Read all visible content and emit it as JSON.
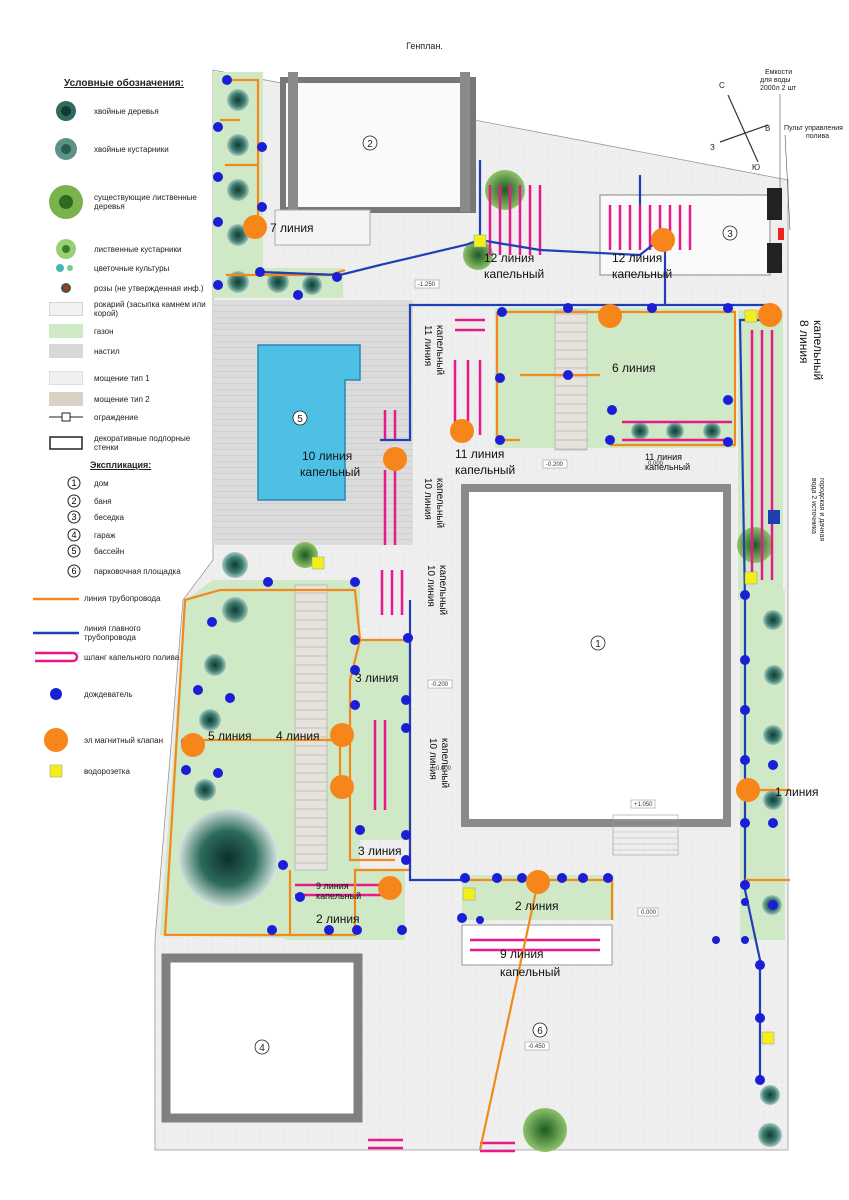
{
  "title": "Генплан.",
  "legend": {
    "header": "Условные обозначения:",
    "items": [
      {
        "key": "conifer_tree",
        "label": "хвойные деревья"
      },
      {
        "key": "conifer_shrub",
        "label": "хвойные кустарники"
      },
      {
        "key": "deciduous_tree",
        "label": "существующие лиственные деревья"
      },
      {
        "key": "deciduous_shrub",
        "label": "лиственные кустарники"
      },
      {
        "key": "flowers",
        "label": "цветочные культуры"
      },
      {
        "key": "roses",
        "label": "розы (не утвержденная инф.)"
      },
      {
        "key": "rockery",
        "label": "рокарий (засыпка камнем или корой)"
      },
      {
        "key": "lawn",
        "label": "газон"
      },
      {
        "key": "deck",
        "label": "настил"
      },
      {
        "key": "paving1",
        "label": "мощение тип 1"
      },
      {
        "key": "paving2",
        "label": "мощение тип 2"
      },
      {
        "key": "fence",
        "label": "ограждение"
      },
      {
        "key": "walls",
        "label": "декоративные подпорные стенки"
      }
    ],
    "explication_header": "Экспликация:",
    "explication": [
      {
        "n": "1",
        "label": "дом"
      },
      {
        "n": "2",
        "label": "баня"
      },
      {
        "n": "3",
        "label": "беседка"
      },
      {
        "n": "4",
        "label": "гараж"
      },
      {
        "n": "5",
        "label": "бассейн"
      },
      {
        "n": "6",
        "label": "парковочная площадка"
      }
    ],
    "irrigation": [
      {
        "key": "pipe",
        "label": "линия трубопровода"
      },
      {
        "key": "main_pipe",
        "label": "линия главного трубопровода"
      },
      {
        "key": "drip_hose",
        "label": "шланг капельного полива"
      },
      {
        "key": "sprinkler",
        "label": "дождеватель"
      },
      {
        "key": "valve",
        "label": "эл магнитный клапан"
      },
      {
        "key": "water_outlet",
        "label": "водорозетка"
      }
    ]
  },
  "compass": {
    "n": "С",
    "e": "В",
    "w": "З",
    "s": "Ю"
  },
  "notes": {
    "tanks": "Емкости для воды 2000л 2 шт",
    "control": "Пульт управления полива",
    "water_source": "вода 2 источника городская и дачная"
  },
  "lines": {
    "l1": "1 линия",
    "l2a": "2 линия",
    "l2b": "2 линия",
    "l3a": "3 линия",
    "l3b": "3 линия",
    "l4": "4 линия",
    "l5": "5 линия",
    "l6": "6 линия",
    "l7": "7 линия",
    "l8a": "8 линия",
    "l8b": "капельный",
    "l9a": "9 линия",
    "l9b": "капельный",
    "l9c": "9 линия",
    "l9d": "капельный",
    "l10a": "10 линия",
    "l10b": "капельный",
    "l10c": "10 линия",
    "l10d": "капельный",
    "l10e": "10 линия",
    "l10f": "капельный",
    "l10g": "10 линия",
    "l10h": "капельный",
    "l11a": "11 линия",
    "l11b": "капельный",
    "l11c": "11 линия",
    "l11d": "капельный",
    "l11e": "11 линия",
    "l11f": "капельный",
    "l12a": "12 линия",
    "l12b": "капельный",
    "l12c": "12 линия",
    "l12d": "капельный"
  },
  "levels": {
    "e1": "-1.250",
    "e2": "-0.200",
    "e3": "-0.200",
    "e4": "0.000",
    "e5": "+1.050",
    "e6": "0.000",
    "e7": "0.000",
    "e8": "-0.450"
  },
  "buildings": {
    "b1": "1",
    "b2": "2",
    "b3": "3",
    "b4": "4",
    "b5": "5",
    "b6": "6"
  },
  "colors": {
    "lawn": "#cfe8c6",
    "paving": "#ececec",
    "deck": "#d8d8d8",
    "pool": "#5cc6e8",
    "pipe": "#f08a1c",
    "main_pipe": "#1f3fb5",
    "drip": "#e8198b",
    "sprinkler": "#1a1fd6",
    "valve": "#f7861a",
    "outlet": "#f4ee1a",
    "wall": "#7a7a7a",
    "tree": "#2f6a5e"
  }
}
